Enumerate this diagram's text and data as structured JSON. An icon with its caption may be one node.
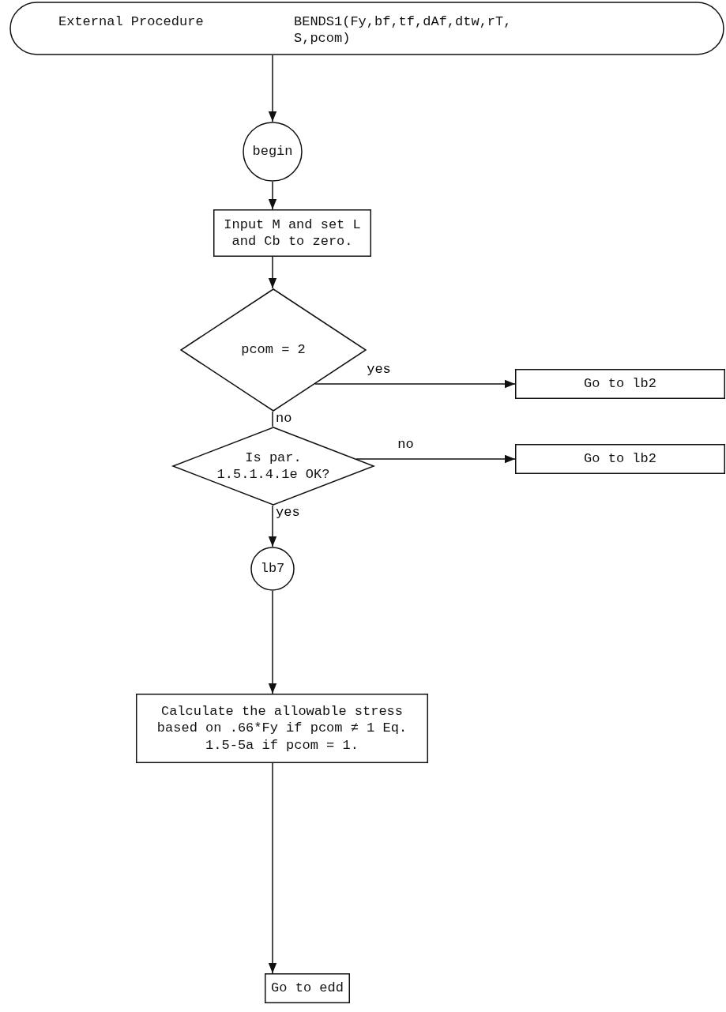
{
  "diagram": {
    "nodes": [
      {
        "text": [
          "External Procedure",
          "BENDS1(Fy,bf,tf,dAf,dtw,rT, S,pcom)"
        ]
      },
      {
        "text": [
          "begin"
        ]
      },
      {
        "text": [
          "Input M and set L and Cb to zero."
        ]
      },
      {
        "text": [
          "pcom = 2"
        ]
      },
      {
        "text": [
          "Go to lb2"
        ]
      },
      {
        "text": [
          "Is par. 1.5.1.4.1e OK?"
        ]
      },
      {
        "text": [
          "Go to lb2"
        ]
      },
      {
        "text": [
          "lb7"
        ]
      },
      {
        "text": [
          "Calculate the allowable stress based on .66*Fy if pcom ≠ 1 Eq. 1.5-5a if pcom = 1."
        ]
      },
      {
        "text": [
          "Go to edd"
        ]
      }
    ],
    "edges": [
      {
        "from": 0,
        "to": 1,
        "arrow": "to"
      },
      {
        "from": 1,
        "to": 2,
        "arrow": "to"
      },
      {
        "from": 2,
        "to": 3,
        "arrow": "to"
      },
      {
        "from": 3,
        "to": 4,
        "arrow": "to",
        "label": "yes"
      },
      {
        "from": 3,
        "to": 5,
        "arrow": "none",
        "label": "no"
      },
      {
        "from": 5,
        "to": 6,
        "arrow": "to",
        "label": "no"
      },
      {
        "from": 5,
        "to": 7,
        "arrow": "to",
        "label": "yes"
      },
      {
        "from": 7,
        "to": 8,
        "arrow": "to"
      },
      {
        "from": 8,
        "to": 9,
        "arrow": "to"
      }
    ]
  }
}
